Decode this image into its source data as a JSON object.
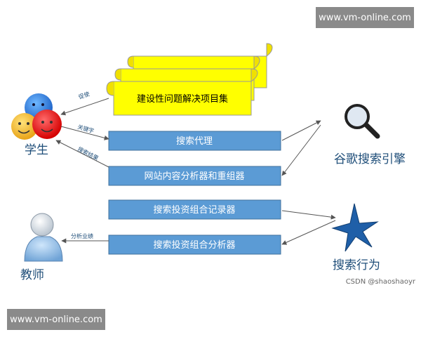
{
  "watermark_top": "www.vm-online.com",
  "watermark_bottom": "www.vm-online.com",
  "credit": "CSDN @shaoshaoyr",
  "scroll": {
    "label": "建设性问题解决项目集",
    "color": "#ffff00"
  },
  "boxes": {
    "search_proxy": "搜索代理",
    "site_analyzer": "网站内容分析器和重组器",
    "investment_recorder": "搜索投资组合记录器",
    "investment_analyzer": "搜索投资组合分析器",
    "fill_color": "#5b9bd5"
  },
  "actors": {
    "student": "学生",
    "teacher": "教师",
    "google": "谷歌搜索引擎",
    "behavior": "搜索行为",
    "text_color": "#1f4e79"
  },
  "arrow_labels": {
    "promote": "促使",
    "keywords": "关键字",
    "results": "搜索结果",
    "performance": "分析业绩"
  }
}
